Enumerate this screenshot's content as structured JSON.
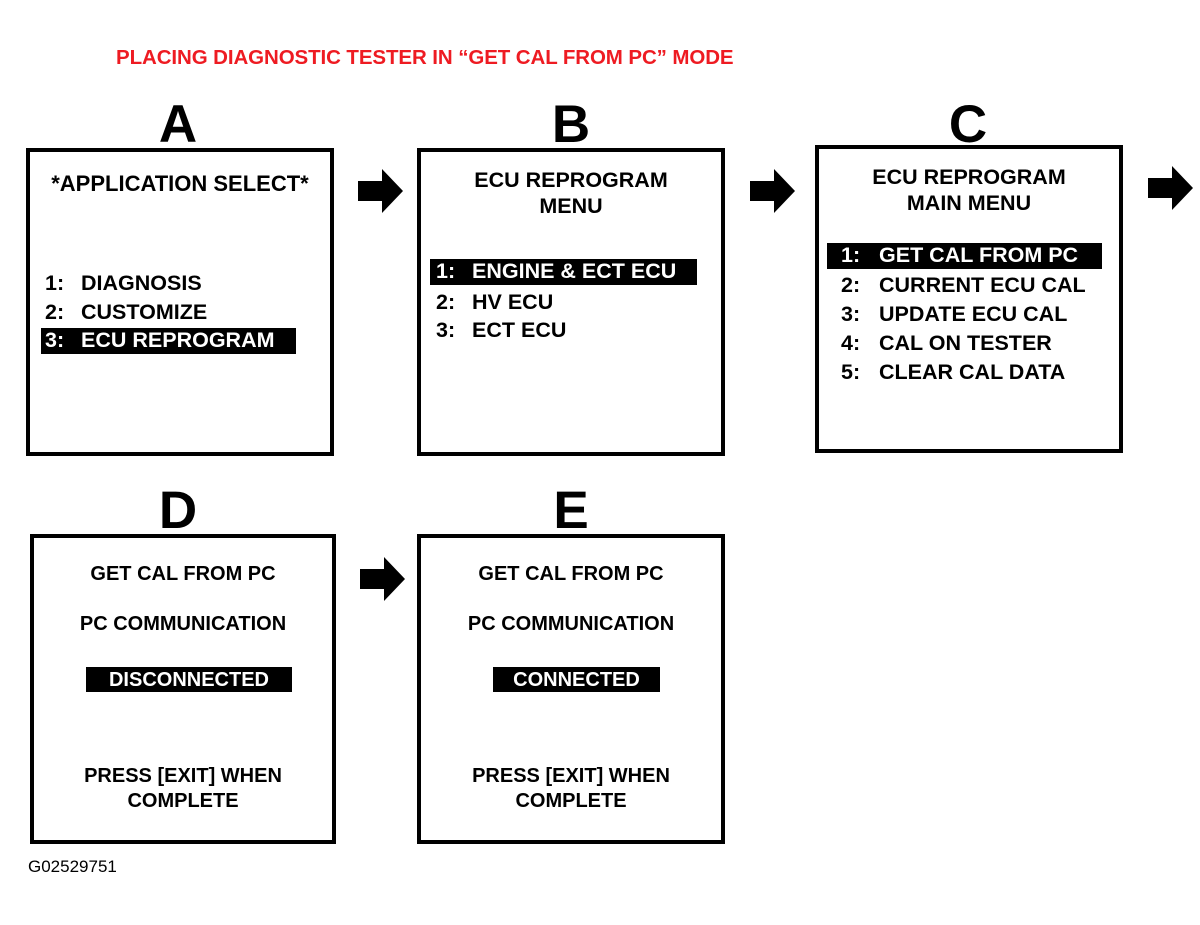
{
  "title": "PLACING DIAGNOSTIC TESTER IN “GET CAL FROM PC” MODE",
  "caption": "G02529751",
  "colors": {
    "title_red": "#ee1b22",
    "ink": "#000000",
    "screen_background": "#ffffff",
    "highlight_background": "#000000",
    "highlight_text": "#ffffff"
  },
  "panels": [
    {
      "letter": "A",
      "header": "*APPLICATION SELECT*",
      "menu": [
        {
          "number": "1:",
          "label": "DIAGNOSIS",
          "selected": false
        },
        {
          "number": "2:",
          "label": "CUSTOMIZE",
          "selected": false
        },
        {
          "number": "3:",
          "label": "ECU REPROGRAM",
          "selected": true
        }
      ]
    },
    {
      "letter": "B",
      "header_line1": "ECU REPROGRAM",
      "header_line2": "MENU",
      "menu": [
        {
          "number": "1:",
          "label": "ENGINE & ECT ECU",
          "selected": true
        },
        {
          "number": "2:",
          "label": "HV ECU",
          "selected": false
        },
        {
          "number": "3:",
          "label": "ECT ECU",
          "selected": false
        }
      ]
    },
    {
      "letter": "C",
      "header_line1": "ECU REPROGRAM",
      "header_line2": "MAIN MENU",
      "menu": [
        {
          "number": "1:",
          "label": "GET CAL FROM PC",
          "selected": true
        },
        {
          "number": "2:",
          "label": "CURRENT ECU CAL",
          "selected": false
        },
        {
          "number": "3:",
          "label": "UPDATE ECU CAL",
          "selected": false
        },
        {
          "number": "4:",
          "label": "CAL ON TESTER",
          "selected": false
        },
        {
          "number": "5:",
          "label": "CLEAR CAL DATA",
          "selected": false
        }
      ]
    },
    {
      "letter": "D",
      "header": "GET CAL FROM PC",
      "subheader": "PC COMMUNICATION",
      "status": "DISCONNECTED",
      "status_highlighted": true,
      "footer_line1": "PRESS [EXIT] WHEN",
      "footer_line2": "COMPLETE"
    },
    {
      "letter": "E",
      "header": "GET CAL FROM PC",
      "subheader": "PC COMMUNICATION",
      "status": "CONNECTED",
      "status_highlighted": true,
      "footer_line1": "PRESS [EXIT] WHEN",
      "footer_line2": "COMPLETE"
    }
  ],
  "arrows": [
    {
      "name": "arrow-a-to-b",
      "direction": "right"
    },
    {
      "name": "arrow-b-to-c",
      "direction": "right"
    },
    {
      "name": "arrow-c-to-next",
      "direction": "right"
    },
    {
      "name": "arrow-d-to-e",
      "direction": "right"
    }
  ]
}
